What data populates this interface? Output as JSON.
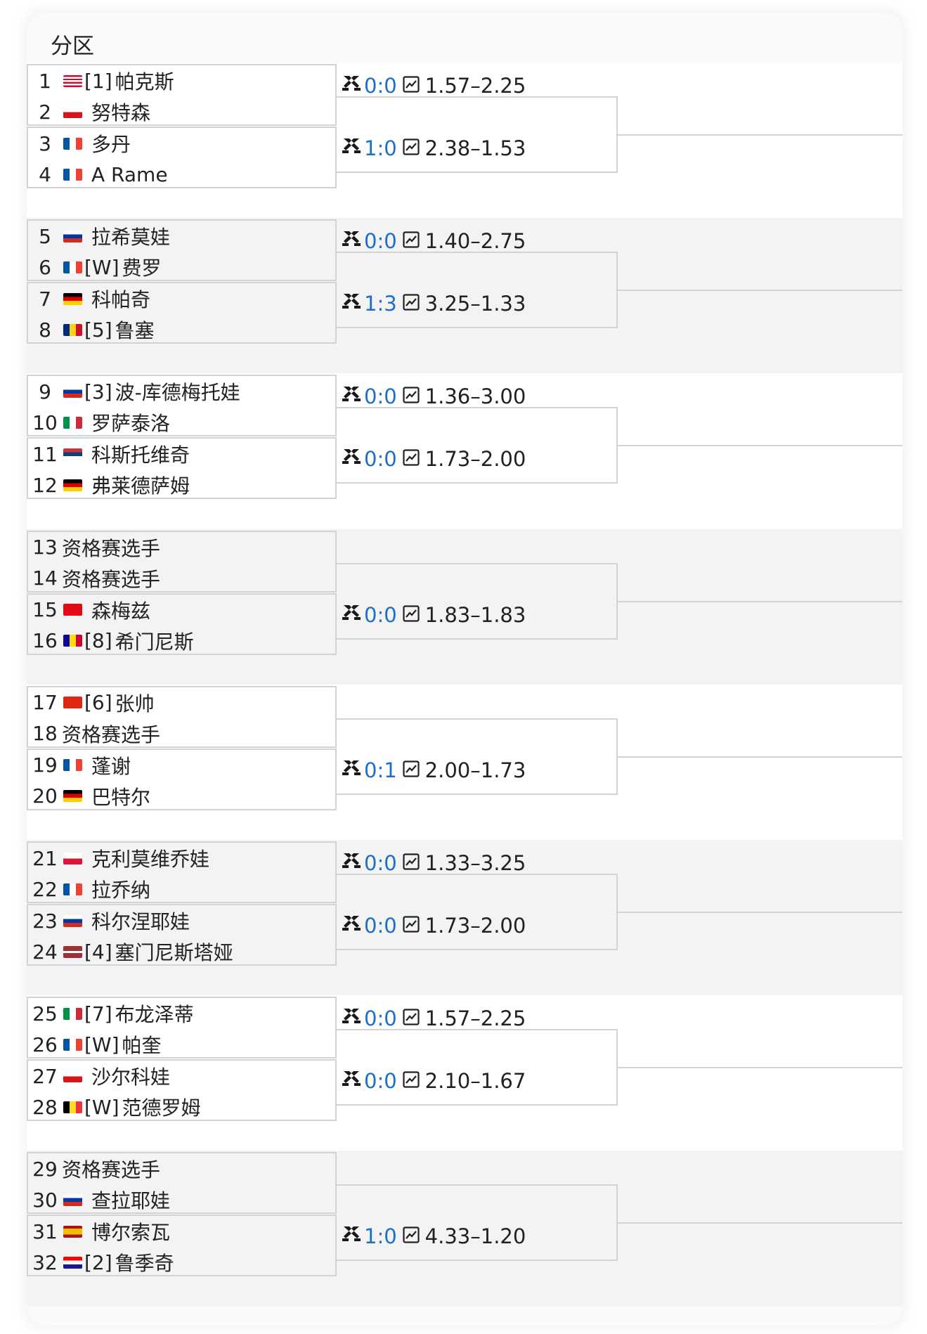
{
  "header": {
    "title": "分区"
  },
  "colors": {
    "score_blue": "#1d6fc9",
    "border": "#d3d3d3",
    "band_white": "#ffffff",
    "band_gray": "#f3f3f3"
  },
  "icons": {
    "match": "crossed-swords-icon",
    "odds": "chart-line-icon",
    "sticker": "star-bow-sticker"
  },
  "players": [
    {
      "num": "1",
      "flag": "us",
      "seed": "[1]",
      "name": "帕克斯"
    },
    {
      "num": "2",
      "flag": "cz",
      "seed": "",
      "name": "努特森"
    },
    {
      "num": "3",
      "flag": "fr",
      "seed": "",
      "name": "多丹"
    },
    {
      "num": "4",
      "flag": "fr",
      "seed": "",
      "name": "A Rame"
    },
    {
      "num": "5",
      "flag": "ru",
      "seed": "",
      "name": "拉希莫娃"
    },
    {
      "num": "6",
      "flag": "fr",
      "seed": "[W]",
      "name": "费罗"
    },
    {
      "num": "7",
      "flag": "de",
      "seed": "",
      "name": "科帕奇"
    },
    {
      "num": "8",
      "flag": "ro",
      "seed": "[5]",
      "name": "鲁塞"
    },
    {
      "num": "9",
      "flag": "ru",
      "seed": "[3]",
      "name": "波-库德梅托娃"
    },
    {
      "num": "10",
      "flag": "it",
      "seed": "",
      "name": "罗萨泰洛"
    },
    {
      "num": "11",
      "flag": "rs",
      "seed": "",
      "name": "科斯托维奇"
    },
    {
      "num": "12",
      "flag": "de",
      "seed": "",
      "name": "弗莱德萨姆"
    },
    {
      "num": "13",
      "flag": "",
      "seed": "",
      "name": "资格赛选手"
    },
    {
      "num": "14",
      "flag": "",
      "seed": "",
      "name": "资格赛选手"
    },
    {
      "num": "15",
      "flag": "tr",
      "seed": "",
      "name": "森梅兹"
    },
    {
      "num": "16",
      "flag": "ad",
      "seed": "[8]",
      "name": "希门尼斯"
    },
    {
      "num": "17",
      "flag": "cn",
      "seed": "[6]",
      "name": "张帅"
    },
    {
      "num": "18",
      "flag": "",
      "seed": "",
      "name": "资格赛选手"
    },
    {
      "num": "19",
      "flag": "fr",
      "seed": "",
      "name": "蓬谢"
    },
    {
      "num": "20",
      "flag": "de",
      "seed": "",
      "name": "巴特尔"
    },
    {
      "num": "21",
      "flag": "pl",
      "seed": "",
      "name": "克利莫维乔娃"
    },
    {
      "num": "22",
      "flag": "fr",
      "seed": "",
      "name": "拉乔纳"
    },
    {
      "num": "23",
      "flag": "ru",
      "seed": "",
      "name": "科尔涅耶娃"
    },
    {
      "num": "24",
      "flag": "lv",
      "seed": "[4]",
      "name": "塞门尼斯塔娅"
    },
    {
      "num": "25",
      "flag": "it",
      "seed": "[7]",
      "name": "布龙泽蒂"
    },
    {
      "num": "26",
      "flag": "fr",
      "seed": "[W]",
      "name": "帕奎"
    },
    {
      "num": "27",
      "flag": "cz",
      "seed": "",
      "name": "沙尔科娃"
    },
    {
      "num": "28",
      "flag": "be",
      "seed": "[W]",
      "name": "范德罗姆"
    },
    {
      "num": "29",
      "flag": "",
      "seed": "",
      "name": "资格赛选手"
    },
    {
      "num": "30",
      "flag": "ru",
      "seed": "",
      "name": "查拉耶娃"
    },
    {
      "num": "31",
      "flag": "es",
      "seed": "",
      "name": "博尔索瓦"
    },
    {
      "num": "32",
      "flag": "hr",
      "seed": "[2]",
      "name": "鲁季奇"
    }
  ],
  "matches": [
    {
      "score": "0:0",
      "odds": "1.57–2.25"
    },
    {
      "score": "1:0",
      "odds": "2.38–1.53"
    },
    {
      "score": "0:0",
      "odds": "1.40–2.75"
    },
    {
      "score": "1:3",
      "odds": "3.25–1.33"
    },
    {
      "score": "0:0",
      "odds": "1.36–3.00"
    },
    {
      "score": "0:0",
      "odds": "1.73–2.00"
    },
    null,
    {
      "score": "0:0",
      "odds": "1.83–1.83"
    },
    null,
    {
      "score": "0:1",
      "odds": "2.00–1.73"
    },
    {
      "score": "0:0",
      "odds": "1.33–3.25"
    },
    {
      "score": "0:0",
      "odds": "1.73–2.00"
    },
    {
      "score": "0:0",
      "odds": "1.57–2.25"
    },
    {
      "score": "0:0",
      "odds": "2.10–1.67"
    },
    null,
    {
      "score": "1:0",
      "odds": "4.33–1.20"
    }
  ]
}
